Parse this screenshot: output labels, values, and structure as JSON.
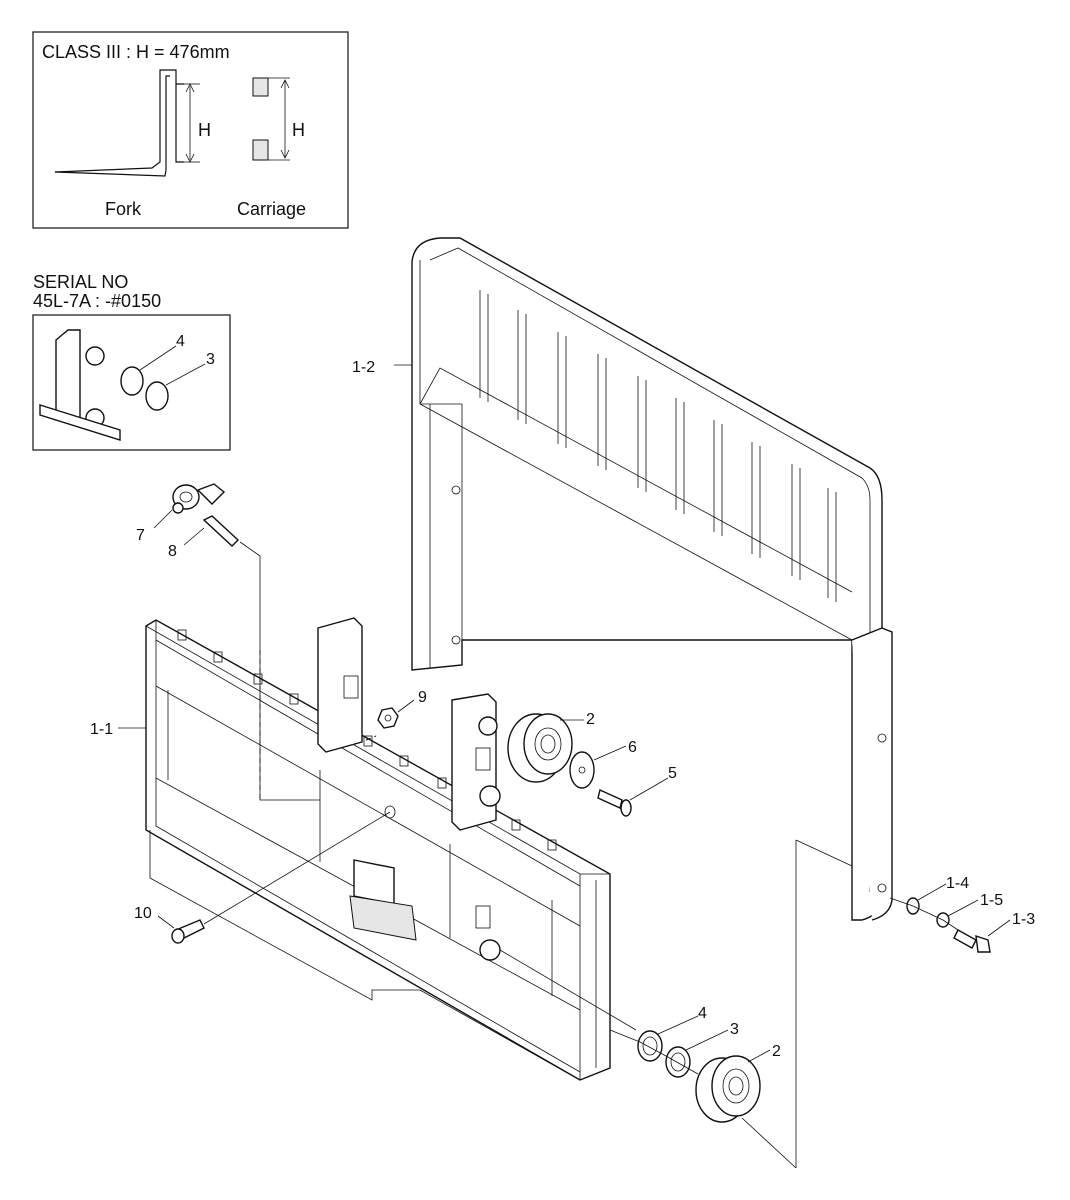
{
  "class_box": {
    "title": "CLASS III : H = 476mm",
    "fork_label": "Fork",
    "carriage_label": "Carriage",
    "dim_symbol": "H"
  },
  "serial_box": {
    "heading_line1": "SERIAL NO",
    "heading_line2": "45L-7A : -#0150",
    "callouts": [
      "4",
      "3"
    ]
  },
  "callouts": {
    "backrest": "1-2",
    "carriage": "1-1",
    "grease_fitting": "7",
    "fitting_bolt": "8",
    "nut": "9",
    "roller_upper": "2",
    "washer_large": "6",
    "screw": "5",
    "bolt_lower": "10",
    "washer_right_1": "1-4",
    "washer_right_2": "1-5",
    "bolt_right": "1-3",
    "shim_lower_4": "4",
    "shim_lower_3": "3",
    "roller_lower": "2"
  }
}
